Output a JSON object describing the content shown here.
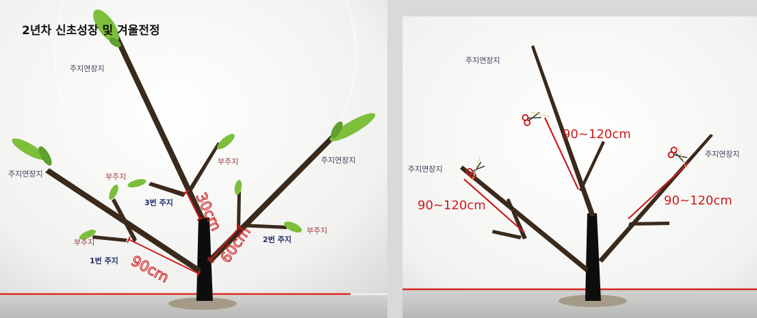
{
  "title": "2년차 신초성장 및 겨울전정",
  "colors": {
    "branch": "#3a2a1c",
    "trunk": "#0d0d0d",
    "leaf": "#7dbf3a",
    "measure": "#cc1b1b",
    "ground_line": "#d7261e"
  },
  "left_panel": {
    "labels": {
      "leader_top": "주지연장지",
      "leader_left": "주지연장지",
      "leader_right": "주지연장지",
      "sub_upper_left": "부주지",
      "sub_center": "부주지",
      "sub_lower_left": "부주지",
      "sub_right": "부주지",
      "main_1": "1번 주지",
      "main_2": "2번 주지",
      "main_3": "3번 주지"
    },
    "measurements": {
      "m_30": "30cm",
      "m_60": "60cm",
      "m_90": "90cm"
    }
  },
  "right_panel": {
    "labels": {
      "leader_top": "주지연장지",
      "leader_left": "주지연장지",
      "leader_right": "주지연장지"
    },
    "measurements": {
      "m_center": "90~120cm",
      "m_left": "90~120cm",
      "m_right": "90~120cm"
    },
    "icons": [
      "scissors-icon",
      "scissors-icon",
      "scissors-icon"
    ]
  }
}
